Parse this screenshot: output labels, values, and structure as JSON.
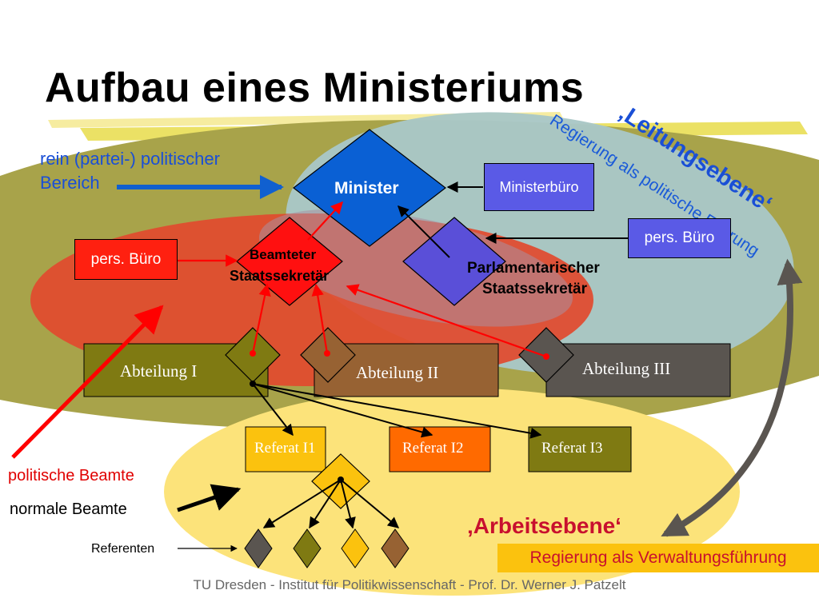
{
  "title": "Aufbau eines Ministeriums",
  "leitungsebene": {
    "heading": "‚Leitungsebene‘",
    "subheading": "Regierung als politische Führung"
  },
  "arbeitsebene": {
    "heading": "‚Arbeitsebene‘",
    "subheading": "Regierung als Verwaltungsführung"
  },
  "labels": {
    "political_area_line1": "rein (partei-) politischer",
    "political_area_line2": "Bereich",
    "political_officials": "politische Beamte",
    "normal_officials": "normale Beamte",
    "referenten": "Referenten"
  },
  "nodes": {
    "minister": "Minister",
    "ministerbuero": "Ministerbüro",
    "pers_buero_left": "pers. Büro",
    "pers_buero_right": "pers. Büro",
    "beamteter_line1": "Beamteter",
    "beamteter_line2": "Staatssekretär",
    "parlamentarischer_line1": "Parlamentarischer",
    "parlamentarischer_line2": "Staatssekretär",
    "abteilung1": "Abteilung I",
    "abteilung2": "Abteilung II",
    "abteilung3": "Abteilung III",
    "referat1": "Referat I1",
    "referat2": "Referat I2",
    "referat3": "Referat I3"
  },
  "footer": "TU Dresden - Institut für Politikwissenschaft - Prof. Dr. Werner J. Patzelt",
  "colors": {
    "olive_band": "#a8a34a",
    "red_ellipse": "#e0472e",
    "teal_ellipse": "#a8c8c8",
    "yellow_ellipse": "#fce37a",
    "minister_blue": "#0a5fd0",
    "purple": "#5a4fd8",
    "leitung_blue": "#1a4fd6",
    "arbeit_red": "#c8102e"
  }
}
